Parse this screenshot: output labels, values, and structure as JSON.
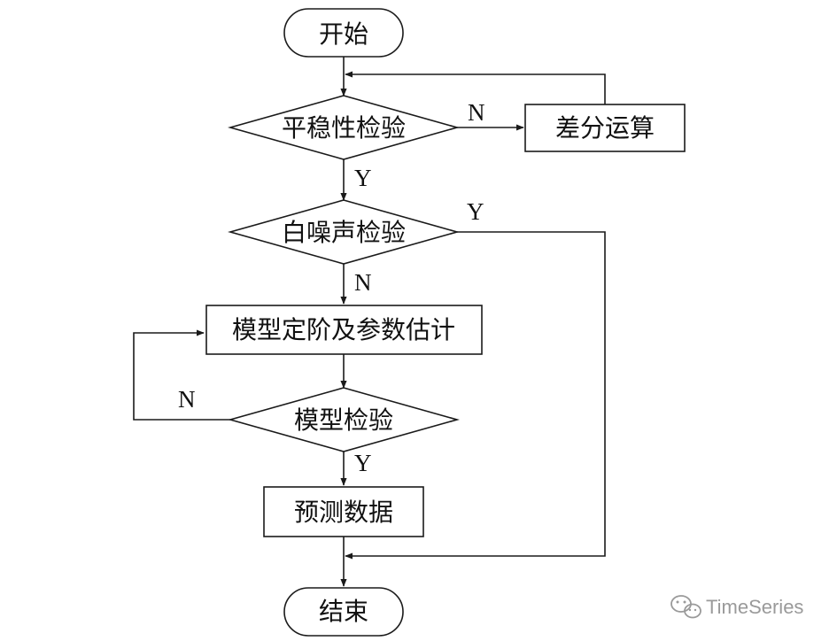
{
  "nodes": {
    "start": "开始",
    "stationarity_test": "平稳性检验",
    "differencing": "差分运算",
    "white_noise_test": "白噪声检验",
    "model_order_estimation": "模型定阶及参数估计",
    "model_test": "模型检验",
    "predict_data": "预测数据",
    "end": "结束"
  },
  "edge_labels": {
    "stationarity_no": "N",
    "stationarity_yes": "Y",
    "white_noise_yes": "Y",
    "white_noise_no": "N",
    "model_test_no": "N",
    "model_test_yes": "Y"
  },
  "watermark": {
    "text": "TimeSeries",
    "icon": "wechat-icon"
  }
}
